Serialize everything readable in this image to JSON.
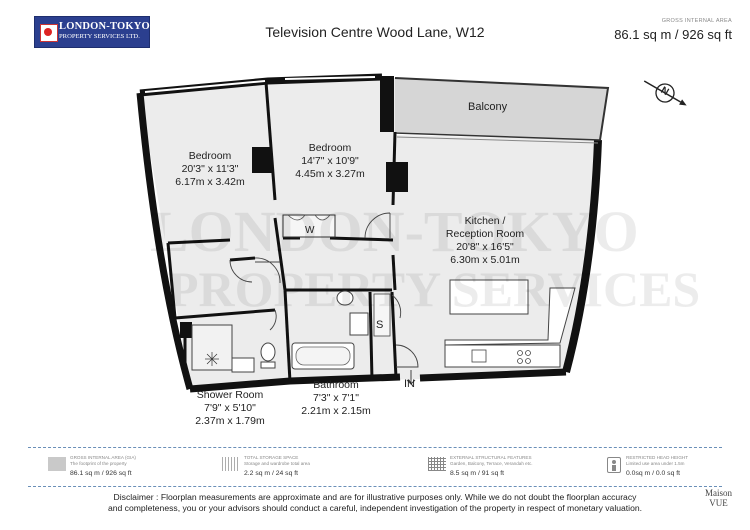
{
  "header": {
    "logo_line1": "LONDON-TOKYO",
    "logo_line2": "PROPERTY SERVICES LTD.",
    "title": "Television Centre  Wood Lane, W12",
    "gia_label": "GROSS INTERNAL AREA",
    "gia_value": "86.1 sq m / 926 sq ft"
  },
  "rooms": [
    {
      "name": "Bedroom",
      "imperial": "20'3\" x 11'3\"",
      "metric": "6.17m x 3.42m"
    },
    {
      "name": "Bedroom",
      "imperial": "14'7\" x 10'9\"",
      "metric": "4.45m x 3.27m"
    },
    {
      "name": "Kitchen /",
      "name2": "Reception Room",
      "imperial": "20'8\" x 16'5\"",
      "metric": "6.30m x 5.01m"
    },
    {
      "name": "Shower Room",
      "imperial": "7'9\" x 5'10\"",
      "metric": "2.37m x 1.79m"
    },
    {
      "name": "Bathroom",
      "imperial": "7'3\" x 7'1\"",
      "metric": "2.21m x 2.15m"
    }
  ],
  "labels": {
    "balcony": "Balcony",
    "wardrobe": "W",
    "storage": "S",
    "entrance": "IN",
    "compass": "N"
  },
  "watermark": {
    "line1": "LONDON-TOKYO",
    "line2": "PROPERTY SERVICES"
  },
  "legend": [
    {
      "title": "GROSS INTERNAL AREA (GIA)",
      "subtitle": "The footprint of the property",
      "value": "86.1 sq m / 926 sq ft"
    },
    {
      "title": "TOTAL STORAGE SPACE",
      "subtitle": "Storage and wardrobe total area",
      "value": "2.2 sq m / 24 sq ft"
    },
    {
      "title": "EXTERNAL STRUCTURAL FEATURES",
      "subtitle": "Garden, Balcony, Terrace, Verandah etc.",
      "value": "8.5 sq m / 91 sq ft"
    },
    {
      "title": "RESTRICTED HEAD HEIGHT",
      "subtitle": "Limited use area under 1.5m",
      "value": "0.0sq m / 0.0 sq ft"
    }
  ],
  "footer": {
    "disclaimer_line1": "Disclaimer : Floorplan measurements are approximate and are for illustrative purposes only. While we do not doubt the floorplan accuracy",
    "disclaimer_line2": "and completeness, you or your advisors should conduct a careful, independent investigation of the property in respect of monetary valuation.",
    "brand_line1": "Maison",
    "brand_line2": "VUE"
  }
}
